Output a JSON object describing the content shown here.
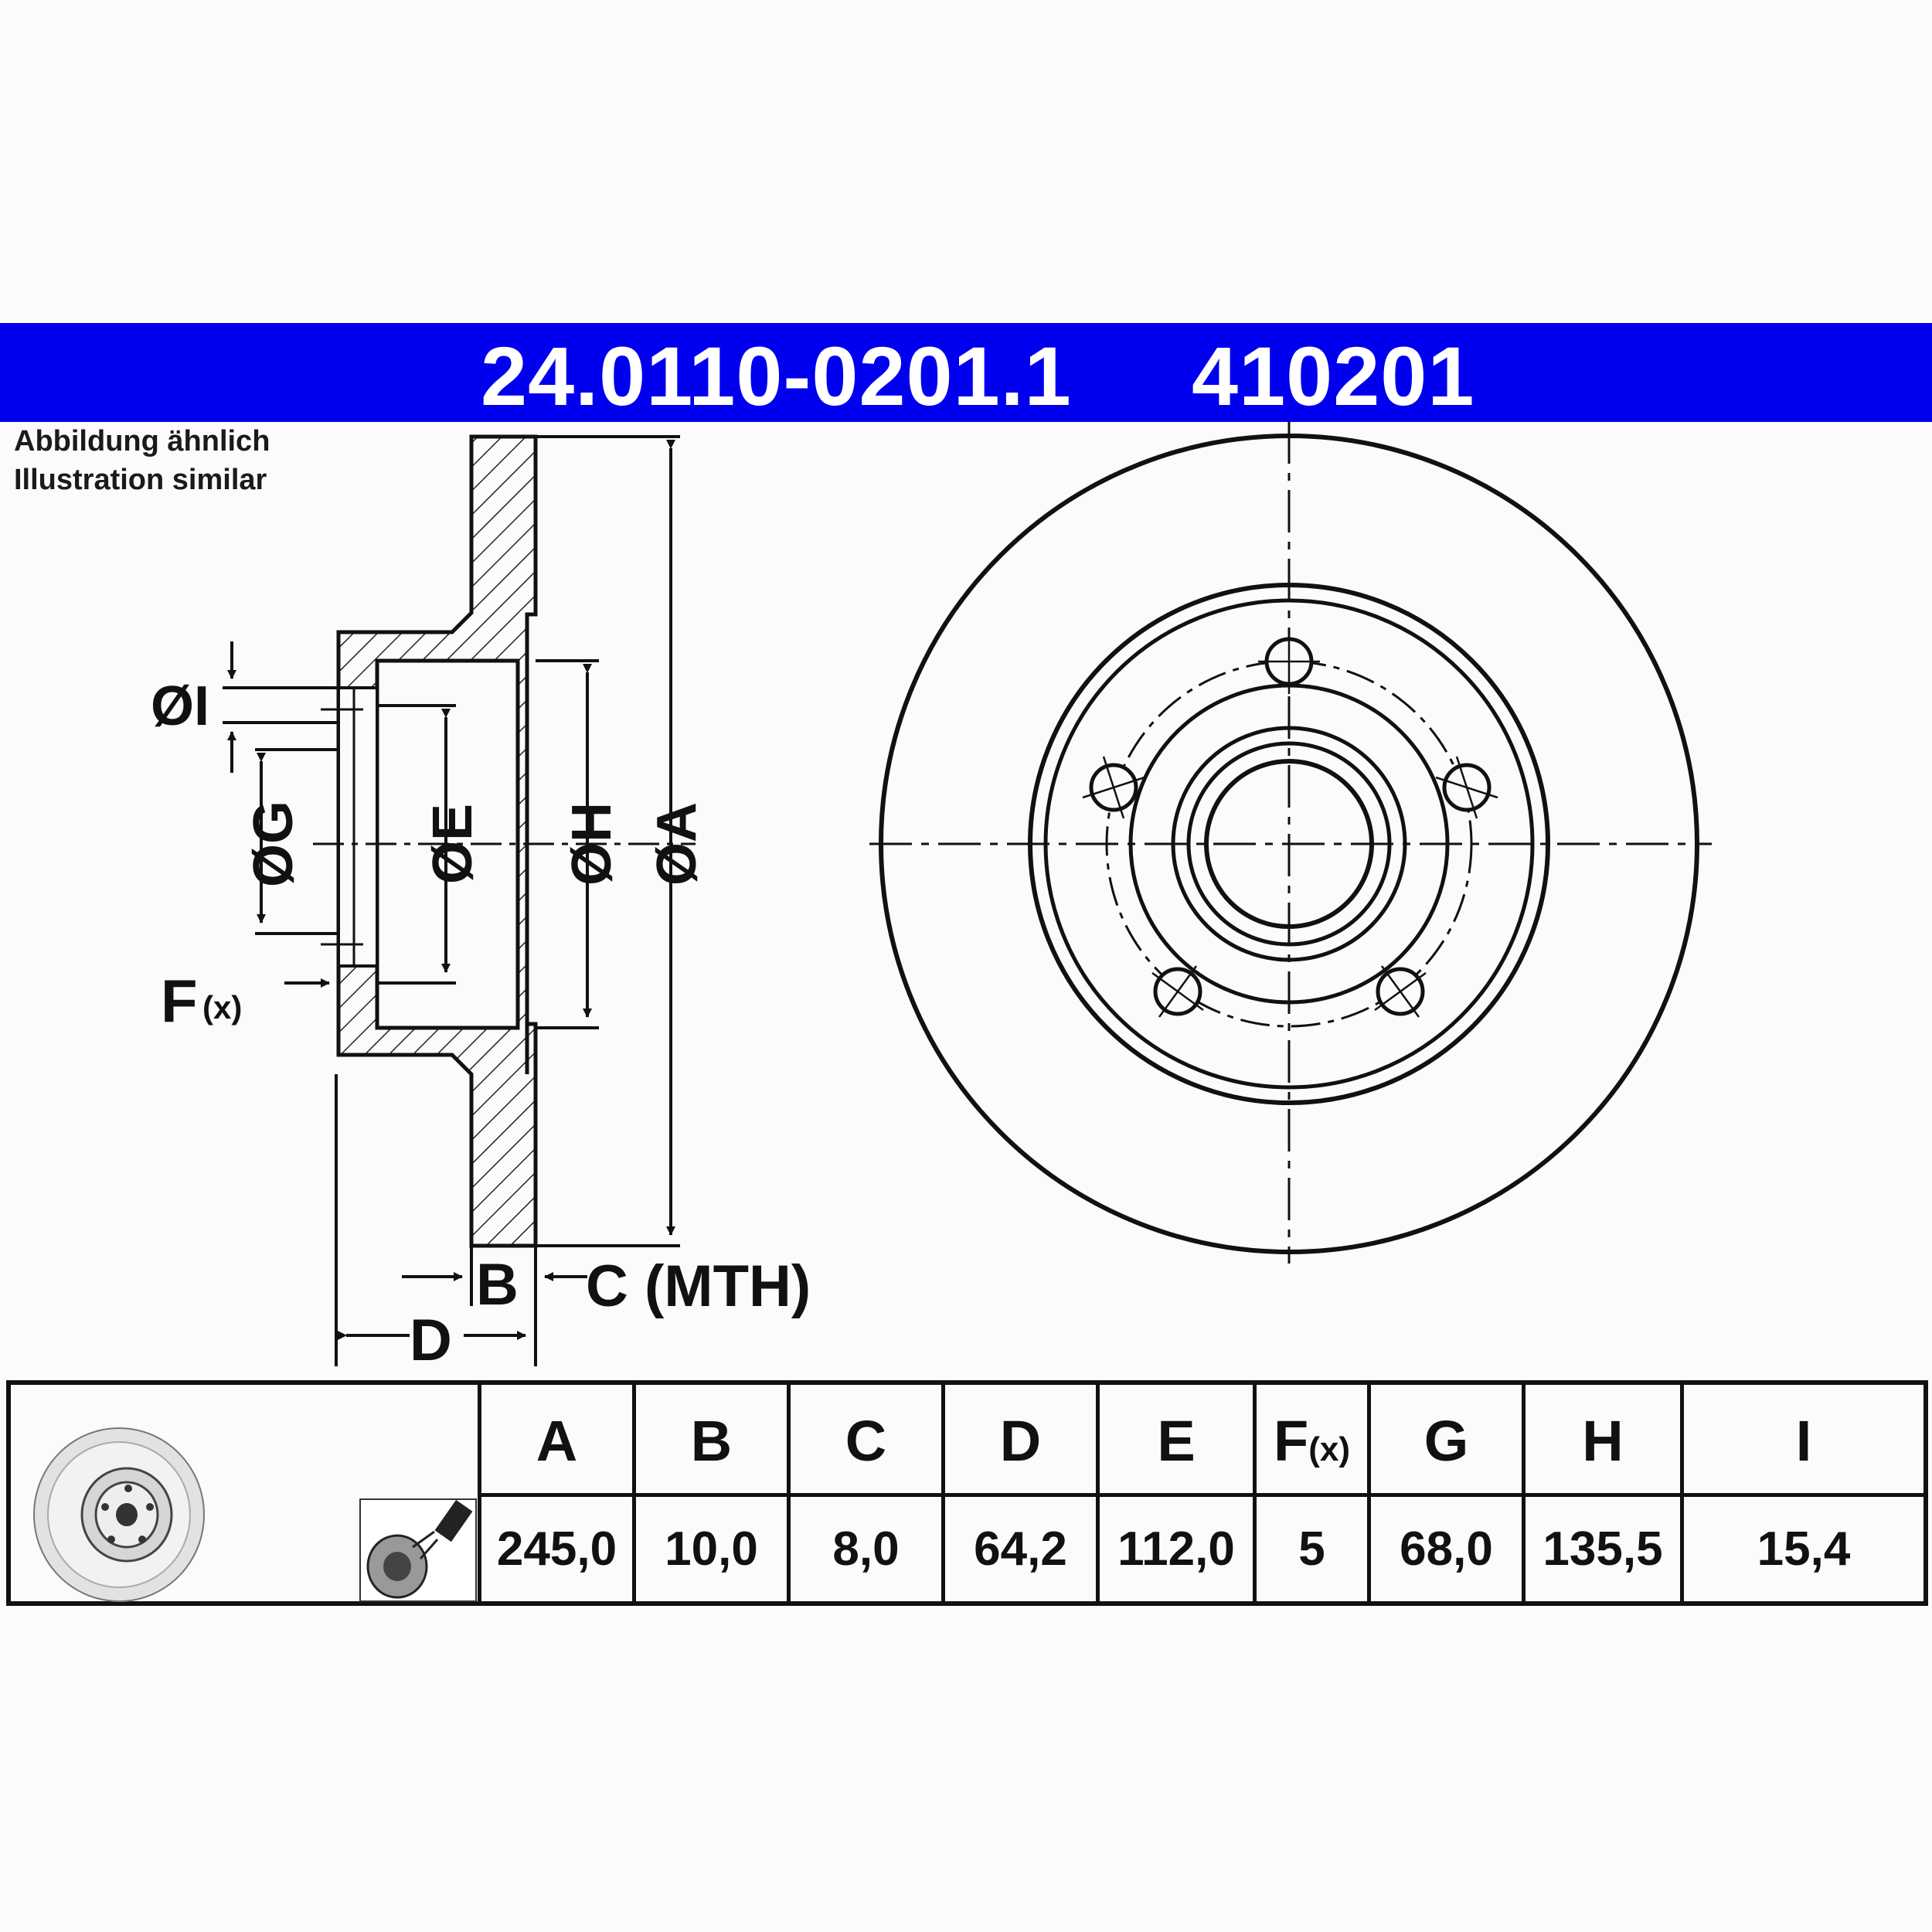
{
  "header": {
    "part_number": "24.0110-0201.1",
    "ref_number": "410201",
    "background_color": "#0000ee"
  },
  "note": {
    "line1": "Abbildung ähnlich",
    "line2": "Illustration similar"
  },
  "drawing_labels": {
    "dia_i": "ØI",
    "dia_g": "ØG",
    "dia_e": "ØE",
    "dia_h": "ØH",
    "dia_a": "ØA",
    "f": "F",
    "f_sub": "(x)",
    "b": "B",
    "c_mth": "C (MTH)",
    "d": "D"
  },
  "table": {
    "columns": [
      {
        "key": "A",
        "label": "A",
        "value": "245,0"
      },
      {
        "key": "B",
        "label": "B",
        "value": "10,0"
      },
      {
        "key": "C",
        "label": "C",
        "value": "8,0"
      },
      {
        "key": "D",
        "label": "D",
        "value": "64,2"
      },
      {
        "key": "E",
        "label": "E",
        "value": "112,0"
      },
      {
        "key": "F",
        "label": "F",
        "sub": "(x)",
        "value": "5"
      },
      {
        "key": "G",
        "label": "G",
        "value": "68,0"
      },
      {
        "key": "H",
        "label": "H",
        "value": "135,5"
      },
      {
        "key": "I",
        "label": "I",
        "value": "15,4"
      }
    ]
  }
}
